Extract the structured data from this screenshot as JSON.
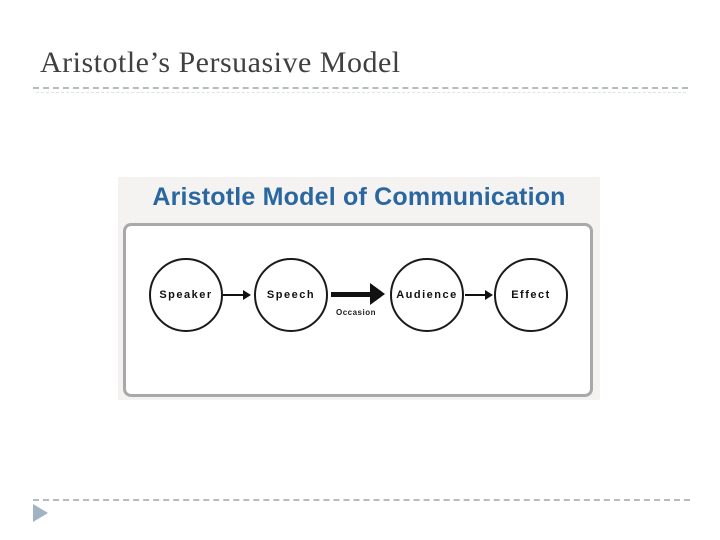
{
  "slide": {
    "title": "Aristotle’s Persuasive Model"
  },
  "figure": {
    "heading": "Aristotle Model of Communication",
    "nodes": [
      {
        "label": "Speaker"
      },
      {
        "label": "Speech"
      },
      {
        "label": "Audience"
      },
      {
        "label": "Effect"
      }
    ],
    "connectors": [
      {
        "from": "Speaker",
        "to": "Speech",
        "style": "thin-arrow"
      },
      {
        "from": "Speech",
        "to": "Audience",
        "style": "thick-arrow",
        "label": "Occasion"
      },
      {
        "from": "Audience",
        "to": "Effect",
        "style": "thin-arrow"
      }
    ],
    "connector_label": "Occasion"
  },
  "colors": {
    "title_text": "#3f4041",
    "heading_blue": "#2a67a1",
    "figure_background": "#f4f3f1",
    "box_border": "#a9a9a9",
    "diagram_ink": "#111111",
    "dashed_rule": "#b5bbbe",
    "footer_triangle": "#a2b2c5"
  }
}
